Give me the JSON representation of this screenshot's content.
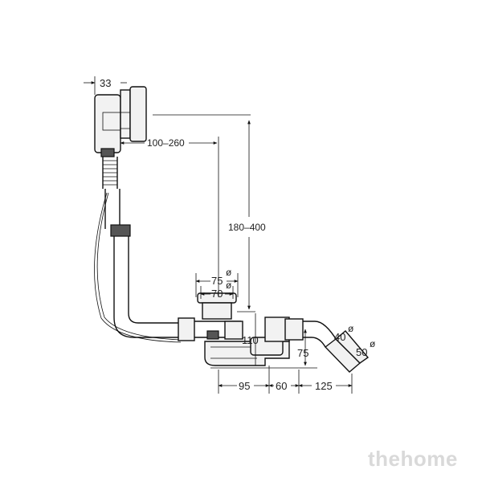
{
  "dimensions": {
    "handle_width": "33",
    "horizontal_offset": "100–260",
    "vertical_height": "180–400",
    "outer_diameter": "75",
    "inner_diameter": "70",
    "height_110": "110",
    "height_75": "75",
    "outlet_40": "40",
    "outlet_50": "50",
    "length_95": "95",
    "length_60": "60",
    "length_125": "125",
    "diameter_symbol": "ø"
  },
  "watermark": "thehome"
}
